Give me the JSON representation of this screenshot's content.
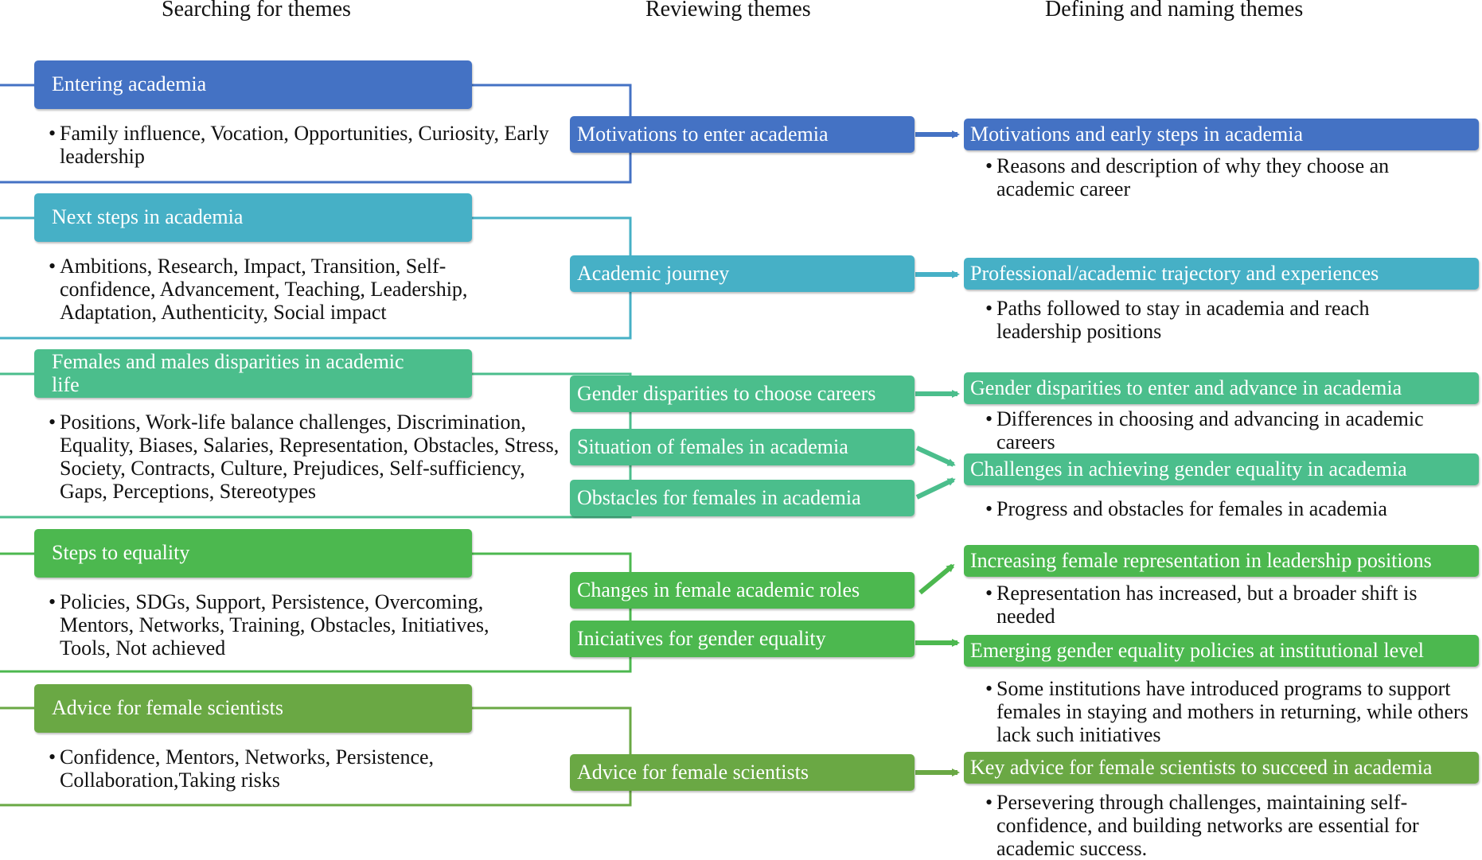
{
  "headers": {
    "searching": "Searching for themes",
    "reviewing": "Reviewing themes",
    "defining": "Defining and naming themes"
  },
  "searching": [
    {
      "title": "Entering academia",
      "codes": "Family influence, Vocation, Opportunities, Curiosity, Early leadership",
      "bullet": "•",
      "color": "#4472c4"
    },
    {
      "title": "Next steps in academia",
      "codes": "Ambitions, Research, Impact, Transition, Self-confidence, Advancement, Teaching, Leadership, Adaptation, Authenticity, Social impact",
      "bullet": "•",
      "color": "#46b0c6"
    },
    {
      "title": "Females and males disparities in academic life",
      "codes": "Positions, Work-life balance challenges, Discrimination, Equality, Biases, Salaries, Representation, Obstacles, Stress, Society, Contracts, Culture, Prejudices, Self-sufficiency, Gaps, Perceptions, Stereotypes",
      "bullet": "•",
      "color": "#4bbe8c"
    },
    {
      "title": "Steps to equality",
      "codes": "Policies, SDGs, Support, Persistence, Overcoming, Mentors, Networks, Training, Obstacles, Initiatives, Tools, Not achieved",
      "bullet": "•",
      "color": "#4cb84f"
    },
    {
      "title": "Advice for female scientists",
      "codes": "Confidence, Mentors, Networks, Persistence, Collaboration,Taking risks",
      "bullet": "•",
      "color": "#6aa844"
    }
  ],
  "reviewing": [
    {
      "label": "Motivations to enter academia",
      "color": "#4472c4"
    },
    {
      "label": "Academic journey",
      "color": "#46b0c6"
    },
    {
      "label": "Gender disparities to choose careers",
      "color": "#4bbe8c"
    },
    {
      "label": "Situation of females in academia",
      "color": "#4bbe8c"
    },
    {
      "label": "Obstacles for females in academia",
      "color": "#4bbe8c"
    },
    {
      "label": "Changes in female academic roles",
      "color": "#4cb84f"
    },
    {
      "label": "Iniciatives for gender equality",
      "color": "#4cb84f"
    },
    {
      "label": "Advice for female scientists",
      "color": "#6aa844"
    }
  ],
  "defining": [
    {
      "title": "Motivations and early steps in academia",
      "description": "Reasons and description of why they choose an academic career",
      "bullet": "•",
      "color": "#4472c4"
    },
    {
      "title": "Professional/academic trajectory and experiences",
      "description": "Paths followed to stay in academia and reach leadership positions",
      "bullet": "•",
      "color": "#46b0c6"
    },
    {
      "title": "Gender disparities to enter and advance in academia",
      "description": "Differences in choosing and advancing in academic careers",
      "bullet": "•",
      "color": "#4bbe8c"
    },
    {
      "title": "Challenges in achieving gender equality in academia",
      "description": "Progress and obstacles for females in academia",
      "bullet": "•",
      "color": "#4bbe8c"
    },
    {
      "title": "Increasing female representation in leadership positions",
      "description": "Representation has increased, but a broader shift is needed",
      "bullet": "•",
      "color": "#4cb84f"
    },
    {
      "title": "Emerging gender equality policies at institutional level",
      "description": "Some institutions have introduced programs to support females in staying and mothers in returning, while others lack such initiatives",
      "bullet": "•",
      "color": "#4cb84f"
    },
    {
      "title": "Key advice for female scientists to succeed in academia",
      "description": "Persevering through challenges, maintaining self-confidence, and building networks are essential for academic success.",
      "bullet": "•",
      "color": "#6aa844"
    }
  ]
}
